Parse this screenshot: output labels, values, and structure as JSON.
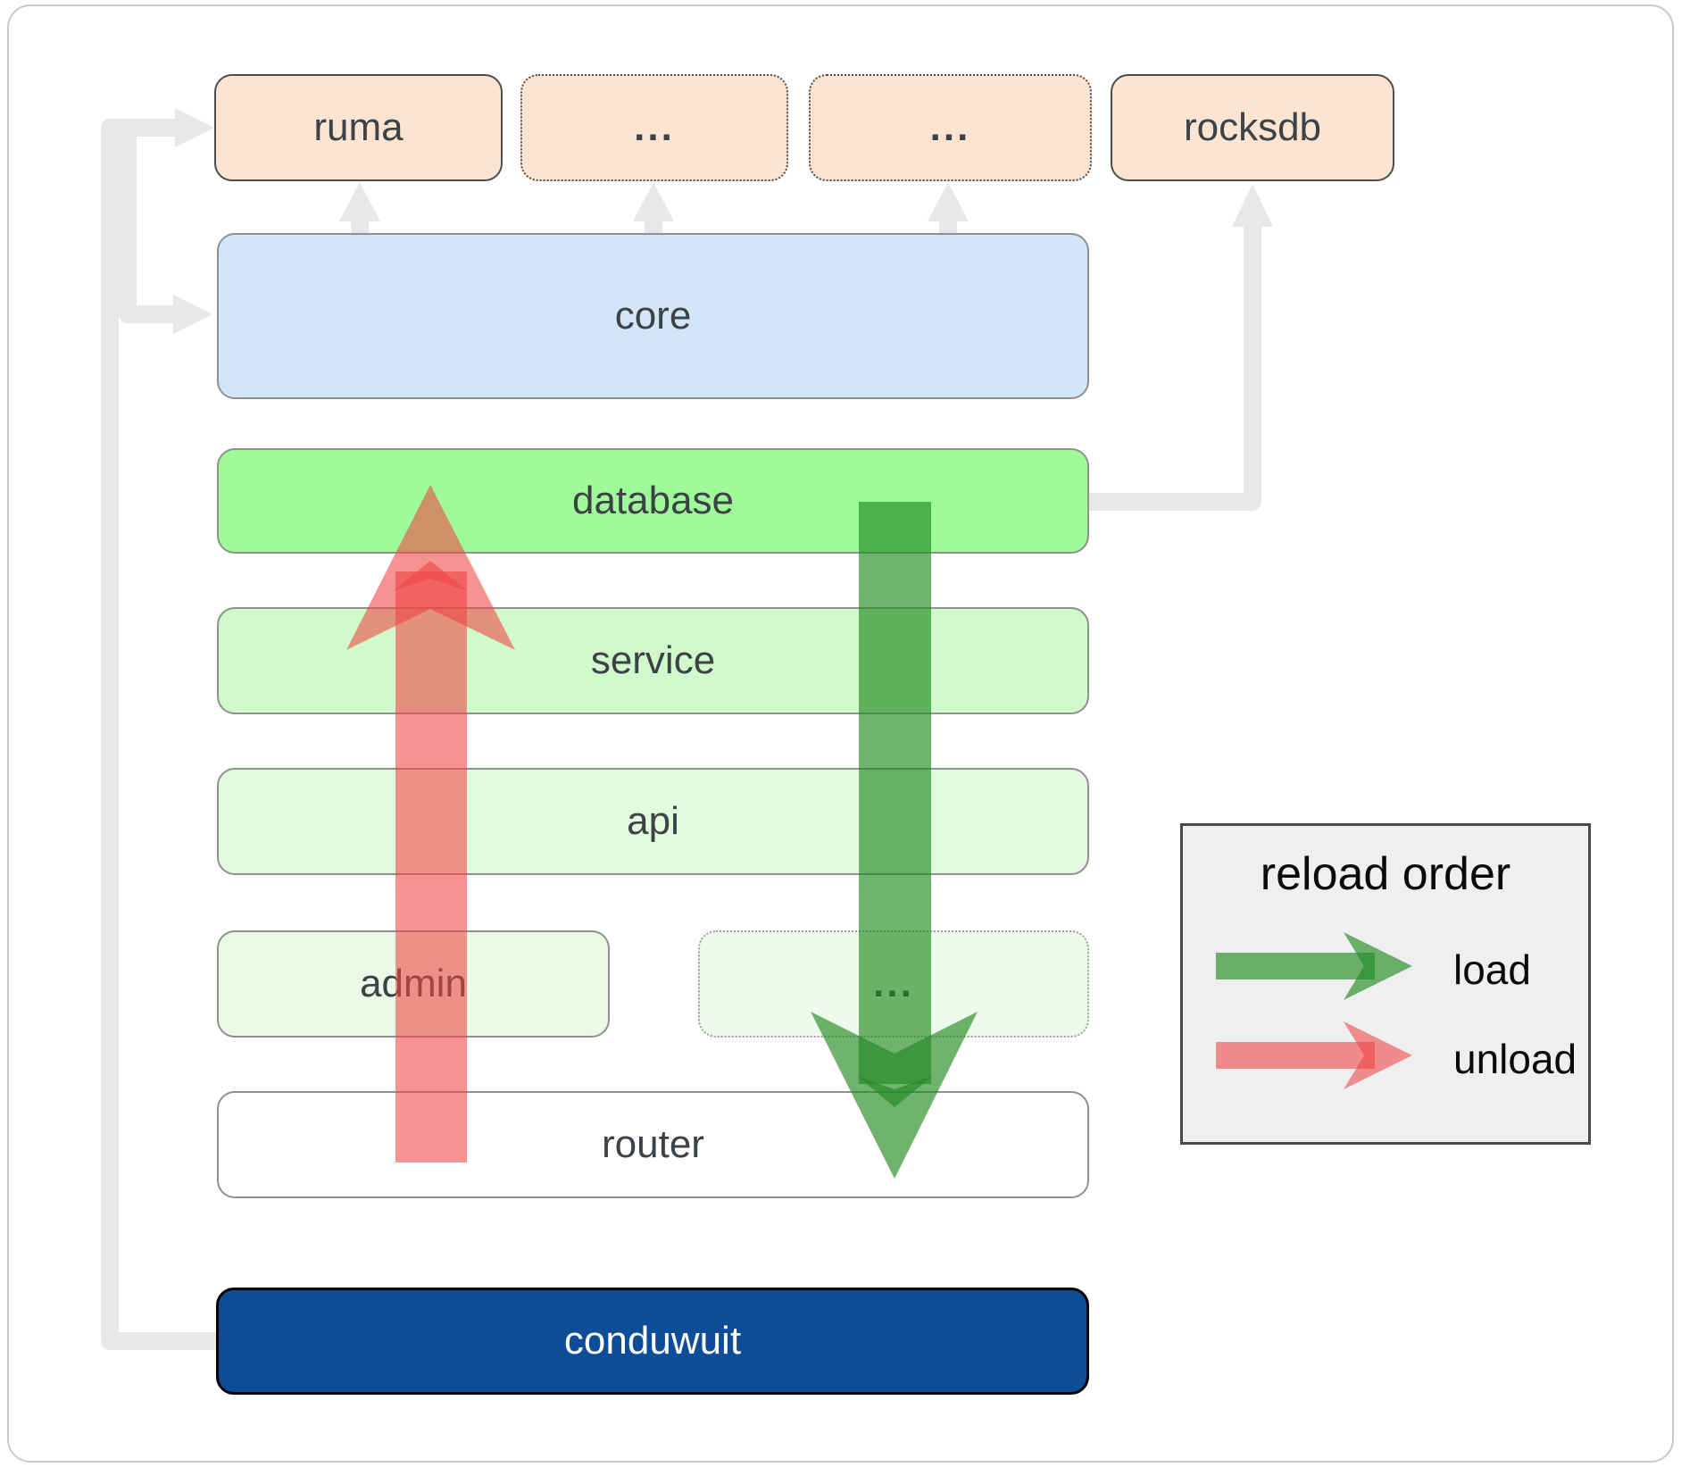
{
  "diagram": {
    "top_row": {
      "ruma": "ruma",
      "crate_dots_1": "...",
      "crate_dots_2": "...",
      "rocksdb": "rocksdb"
    },
    "layers": {
      "core": "core",
      "database": "database",
      "service": "service",
      "api": "api",
      "admin": "admin",
      "admin_dots": "...",
      "router": "router",
      "app": "conduwuit"
    }
  },
  "legend": {
    "title": "reload order",
    "load_label": "load",
    "unload_label": "unload"
  },
  "colors": {
    "load_arrow": "#228b22",
    "unload_arrow": "#ef4444",
    "connector": "#e8e8e8",
    "peach_fill": "#fbe4d1",
    "core_fill": "#d2e5f9",
    "database_fill": "#9ffb99",
    "service_fill": "#d1facc",
    "api_fill": "#e2fbde",
    "admin_fill": "#eafae6",
    "router_fill": "#ffffff",
    "app_fill": "#0d4c96",
    "legend_bg": "#efefef"
  }
}
